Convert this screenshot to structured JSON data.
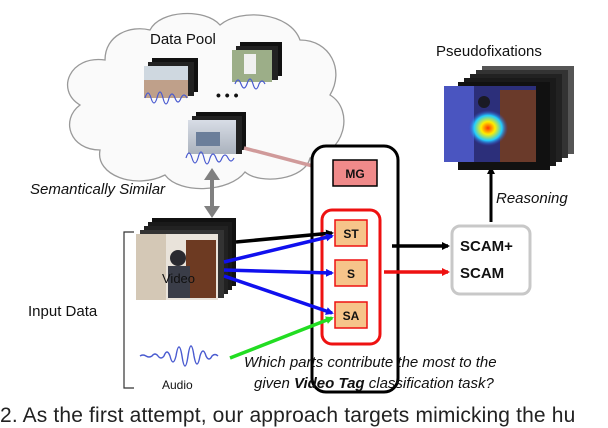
{
  "labels": {
    "data_pool": "Data Pool",
    "ellipsis": "• • •",
    "pseudofixations": "Pseudofixations",
    "semantically_similar": "Semantically Similar",
    "reasoning": "Reasoning",
    "input_data": "Input Data",
    "video": "Video",
    "audio": "Audio",
    "mg": "MG",
    "st": "ST",
    "s": "S",
    "sa": "SA",
    "scam_plus": "SCAM+",
    "scam": "SCAM",
    "question_line1": "Which parts contribute the most to the",
    "question_line2_pre": "given ",
    "question_line2_bold": "Video Tag",
    "question_line2_post": " classification task?"
  },
  "caption": "2. As the first attempt, our approach targets mimicking the hu",
  "colors": {
    "blue_arrow": "#1010ee",
    "red_arrow": "#ee1111",
    "green_arrow": "#22dd22",
    "pink_arrow": "#d09a9a",
    "gray_arrow": "#808080",
    "red_box": "#ee1111",
    "module_fill": "#f6c48a",
    "mg_fill": "#f08a8a"
  }
}
